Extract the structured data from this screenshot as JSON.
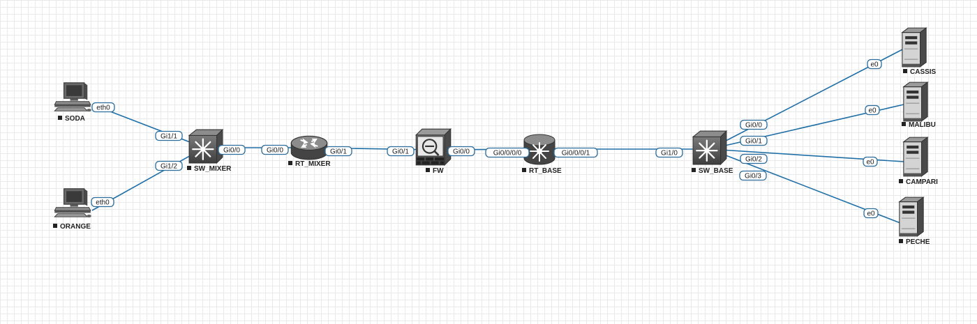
{
  "colors": {
    "link": "#1f6fa7",
    "device": "#555555",
    "grid": "#e9e9e9"
  },
  "nodes": [
    {
      "id": "soda",
      "label": "SODA",
      "icon": "pc-icon"
    },
    {
      "id": "orange",
      "label": "ORANGE",
      "icon": "pc-icon"
    },
    {
      "id": "sw_mixer",
      "label": "SW_MIXER",
      "icon": "layer3-switch-icon"
    },
    {
      "id": "rt_mixer",
      "label": "RT_MIXER",
      "icon": "router-icon"
    },
    {
      "id": "fw",
      "label": "FW",
      "icon": "firewall-icon"
    },
    {
      "id": "rt_base",
      "label": "RT_BASE",
      "icon": "router-icon"
    },
    {
      "id": "sw_base",
      "label": "SW_BASE",
      "icon": "layer3-switch-icon"
    },
    {
      "id": "cassis",
      "label": "CASSIS",
      "icon": "server-icon"
    },
    {
      "id": "malibu",
      "label": "MALIBU",
      "icon": "server-icon"
    },
    {
      "id": "campari",
      "label": "CAMPARI",
      "icon": "server-icon"
    },
    {
      "id": "peche",
      "label": "PECHE",
      "icon": "server-icon"
    }
  ],
  "links": [
    {
      "from": "soda",
      "to": "sw_mixer",
      "from_if": "eth0",
      "to_if": "Gi1/1"
    },
    {
      "from": "orange",
      "to": "sw_mixer",
      "from_if": "eth0",
      "to_if": "Gi1/2"
    },
    {
      "from": "sw_mixer",
      "to": "rt_mixer",
      "from_if": "Gi0/0",
      "to_if": "Gi0/0"
    },
    {
      "from": "rt_mixer",
      "to": "fw",
      "from_if": "Gi0/1",
      "to_if": "Gi0/1"
    },
    {
      "from": "fw",
      "to": "rt_base",
      "from_if": "Gi0/0",
      "to_if": "Gi0/0/0/0"
    },
    {
      "from": "rt_base",
      "to": "sw_base",
      "from_if": "Gi0/0/0/1",
      "to_if": "Gi1/0"
    },
    {
      "from": "sw_base",
      "to": "cassis",
      "from_if": "Gi0/0",
      "to_if": "e0"
    },
    {
      "from": "sw_base",
      "to": "malibu",
      "from_if": "Gi0/1",
      "to_if": "e0"
    },
    {
      "from": "sw_base",
      "to": "campari",
      "from_if": "Gi0/2",
      "to_if": "e0"
    },
    {
      "from": "sw_base",
      "to": "peche",
      "from_if": "Gi0/3",
      "to_if": "e0"
    }
  ]
}
